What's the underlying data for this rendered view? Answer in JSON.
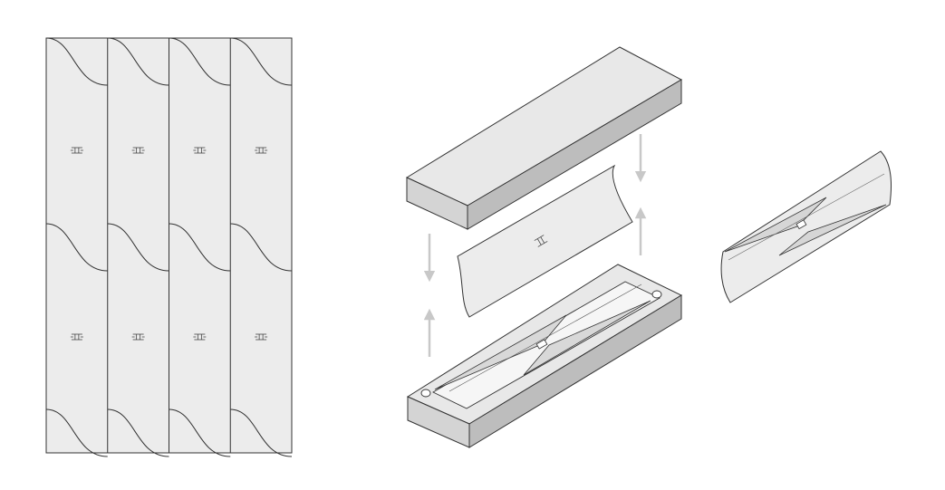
{
  "colors": {
    "background": "#ffffff",
    "line": "#333333",
    "sheet_fill": "#ececec",
    "mold_top": "#e8e8e8",
    "mold_front": "#d4d4d4",
    "mold_side": "#bdbdbd",
    "cavity": "#f4f4f4",
    "arrow": "#c8c8c8"
  },
  "sheet_grid": {
    "columns": 4,
    "rows": 2
  },
  "arrows": [
    "down",
    "down",
    "up",
    "up"
  ],
  "icons": [
    "foil-sheet-icon",
    "upper-mold-icon",
    "lower-mold-icon",
    "formed-part-icon"
  ]
}
